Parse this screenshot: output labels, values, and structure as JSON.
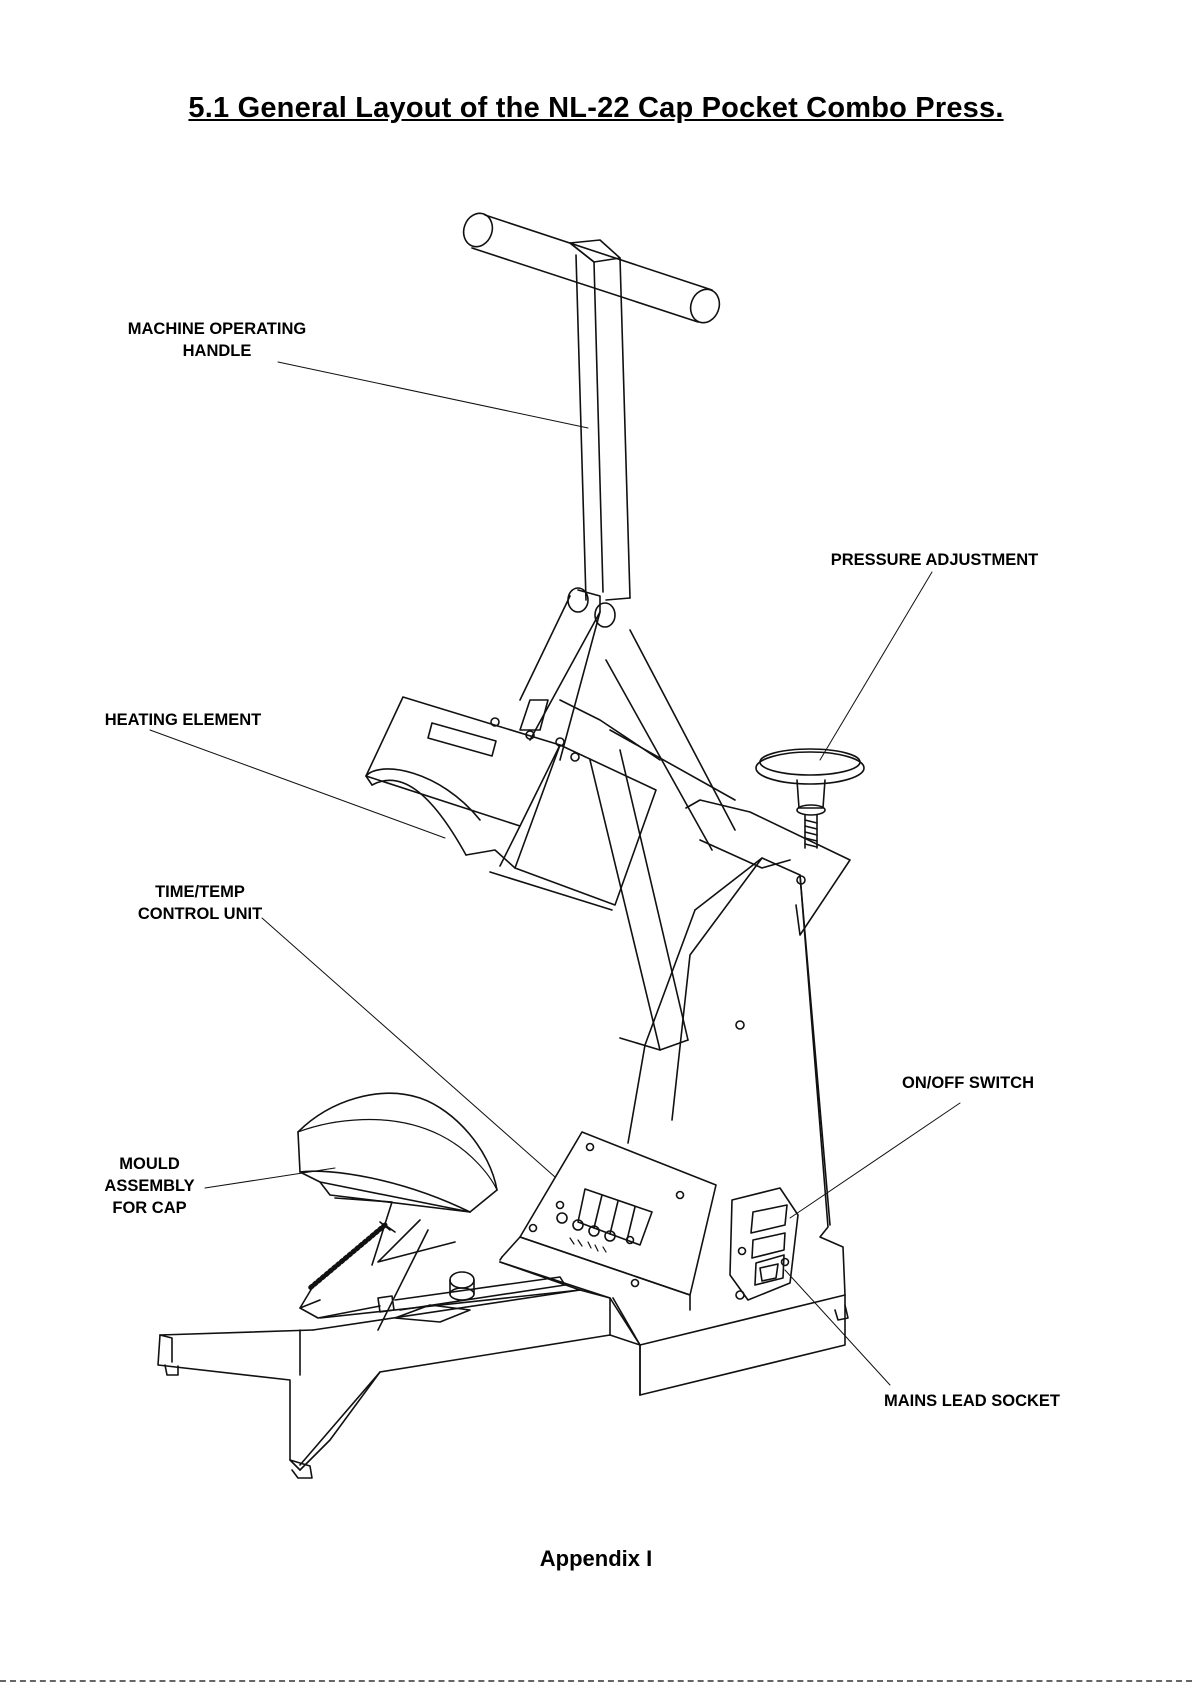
{
  "title": "5.1  General Layout of the NL-22 Cap Pocket Combo Press.",
  "labels": {
    "handle": [
      "MACHINE OPERATING",
      "HANDLE"
    ],
    "pressure": "PRESSURE ADJUSTMENT",
    "heating": "HEATING ELEMENT",
    "control": [
      "TIME/TEMP",
      "CONTROL UNIT"
    ],
    "switch": "ON/OFF SWITCH",
    "mould": [
      "MOULD",
      "ASSEMBLY",
      "FOR CAP"
    ],
    "socket": "MAINS LEAD SOCKET"
  },
  "footer": "Appendix I"
}
